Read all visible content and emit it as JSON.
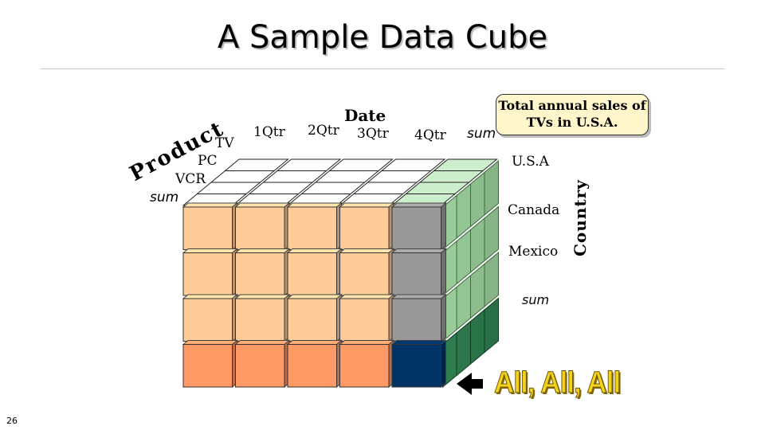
{
  "title": "A Sample Data Cube",
  "page_number": "26",
  "axes": {
    "date": {
      "label": "Date",
      "members": [
        "1Qtr",
        "2Qtr",
        "3Qtr",
        "4Qtr",
        "sum"
      ]
    },
    "product": {
      "label": "Product",
      "members": [
        "TV",
        "PC",
        "VCR",
        "sum"
      ]
    },
    "country": {
      "label": "Country",
      "members": [
        "U.S.A",
        "Canada",
        "Mexico",
        "sum"
      ]
    }
  },
  "callout": "Total annual sales of  TVs in U.S.A.",
  "all_label": "All, All, All",
  "colors": {
    "front_cell": "#ffcc99",
    "front_sum_row": "#ff9966",
    "front_sum_column": "#999999",
    "front_grand_total": "#003366",
    "right_face": "#99cc99",
    "right_sum_row": "#2e7d4f",
    "top_face": "#ffffff",
    "top_sum_column": "#cceecc"
  }
}
